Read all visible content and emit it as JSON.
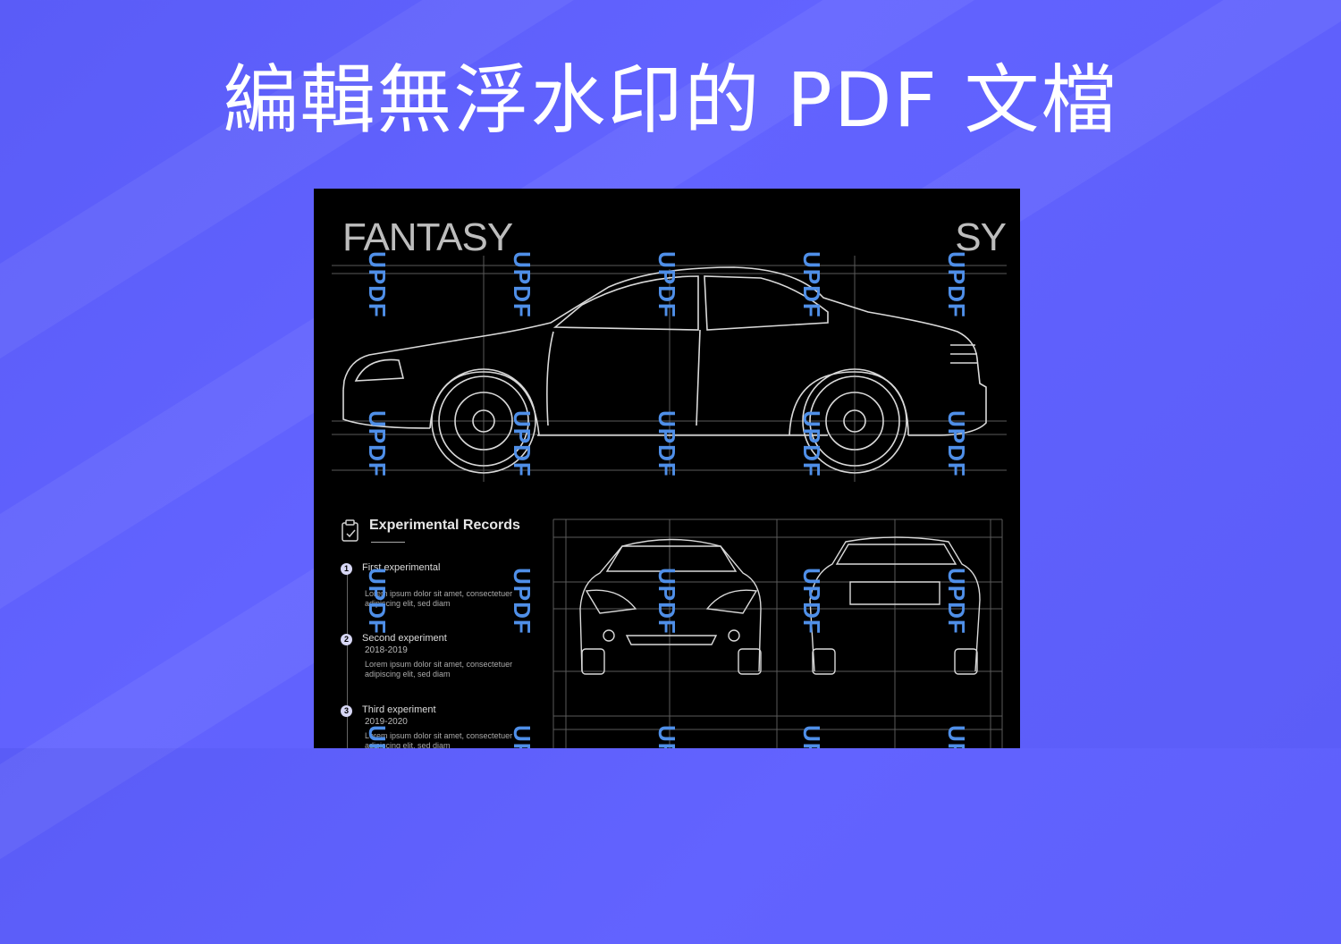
{
  "headline": "編輯無浮水印的 PDF 文檔",
  "document": {
    "title_left": "FANTASY",
    "title_right": "SY",
    "watermark_text": "UPDF",
    "records": {
      "heading": "Experimental Records",
      "items": [
        {
          "num": "1",
          "title": "First experimental",
          "years": "",
          "desc": "Lorem ipsum dolor sit amet, consectetuer adipiscing elit, sed diam"
        },
        {
          "num": "2",
          "title": "Second experiment",
          "years": "2018-2019",
          "desc": "Lorem ipsum dolor sit amet, consectetuer adipiscing elit, sed diam"
        },
        {
          "num": "3",
          "title": "Third experiment",
          "years": "2019-2020",
          "desc": "Lorem ipsum dolor sit amet, consectetuer adipiscing elit, sed diam"
        }
      ]
    }
  },
  "colors": {
    "background": "#5f61fb",
    "document_bg": "#000000",
    "watermark": "#4f8fe8",
    "line_art": "#d9d9d9"
  }
}
